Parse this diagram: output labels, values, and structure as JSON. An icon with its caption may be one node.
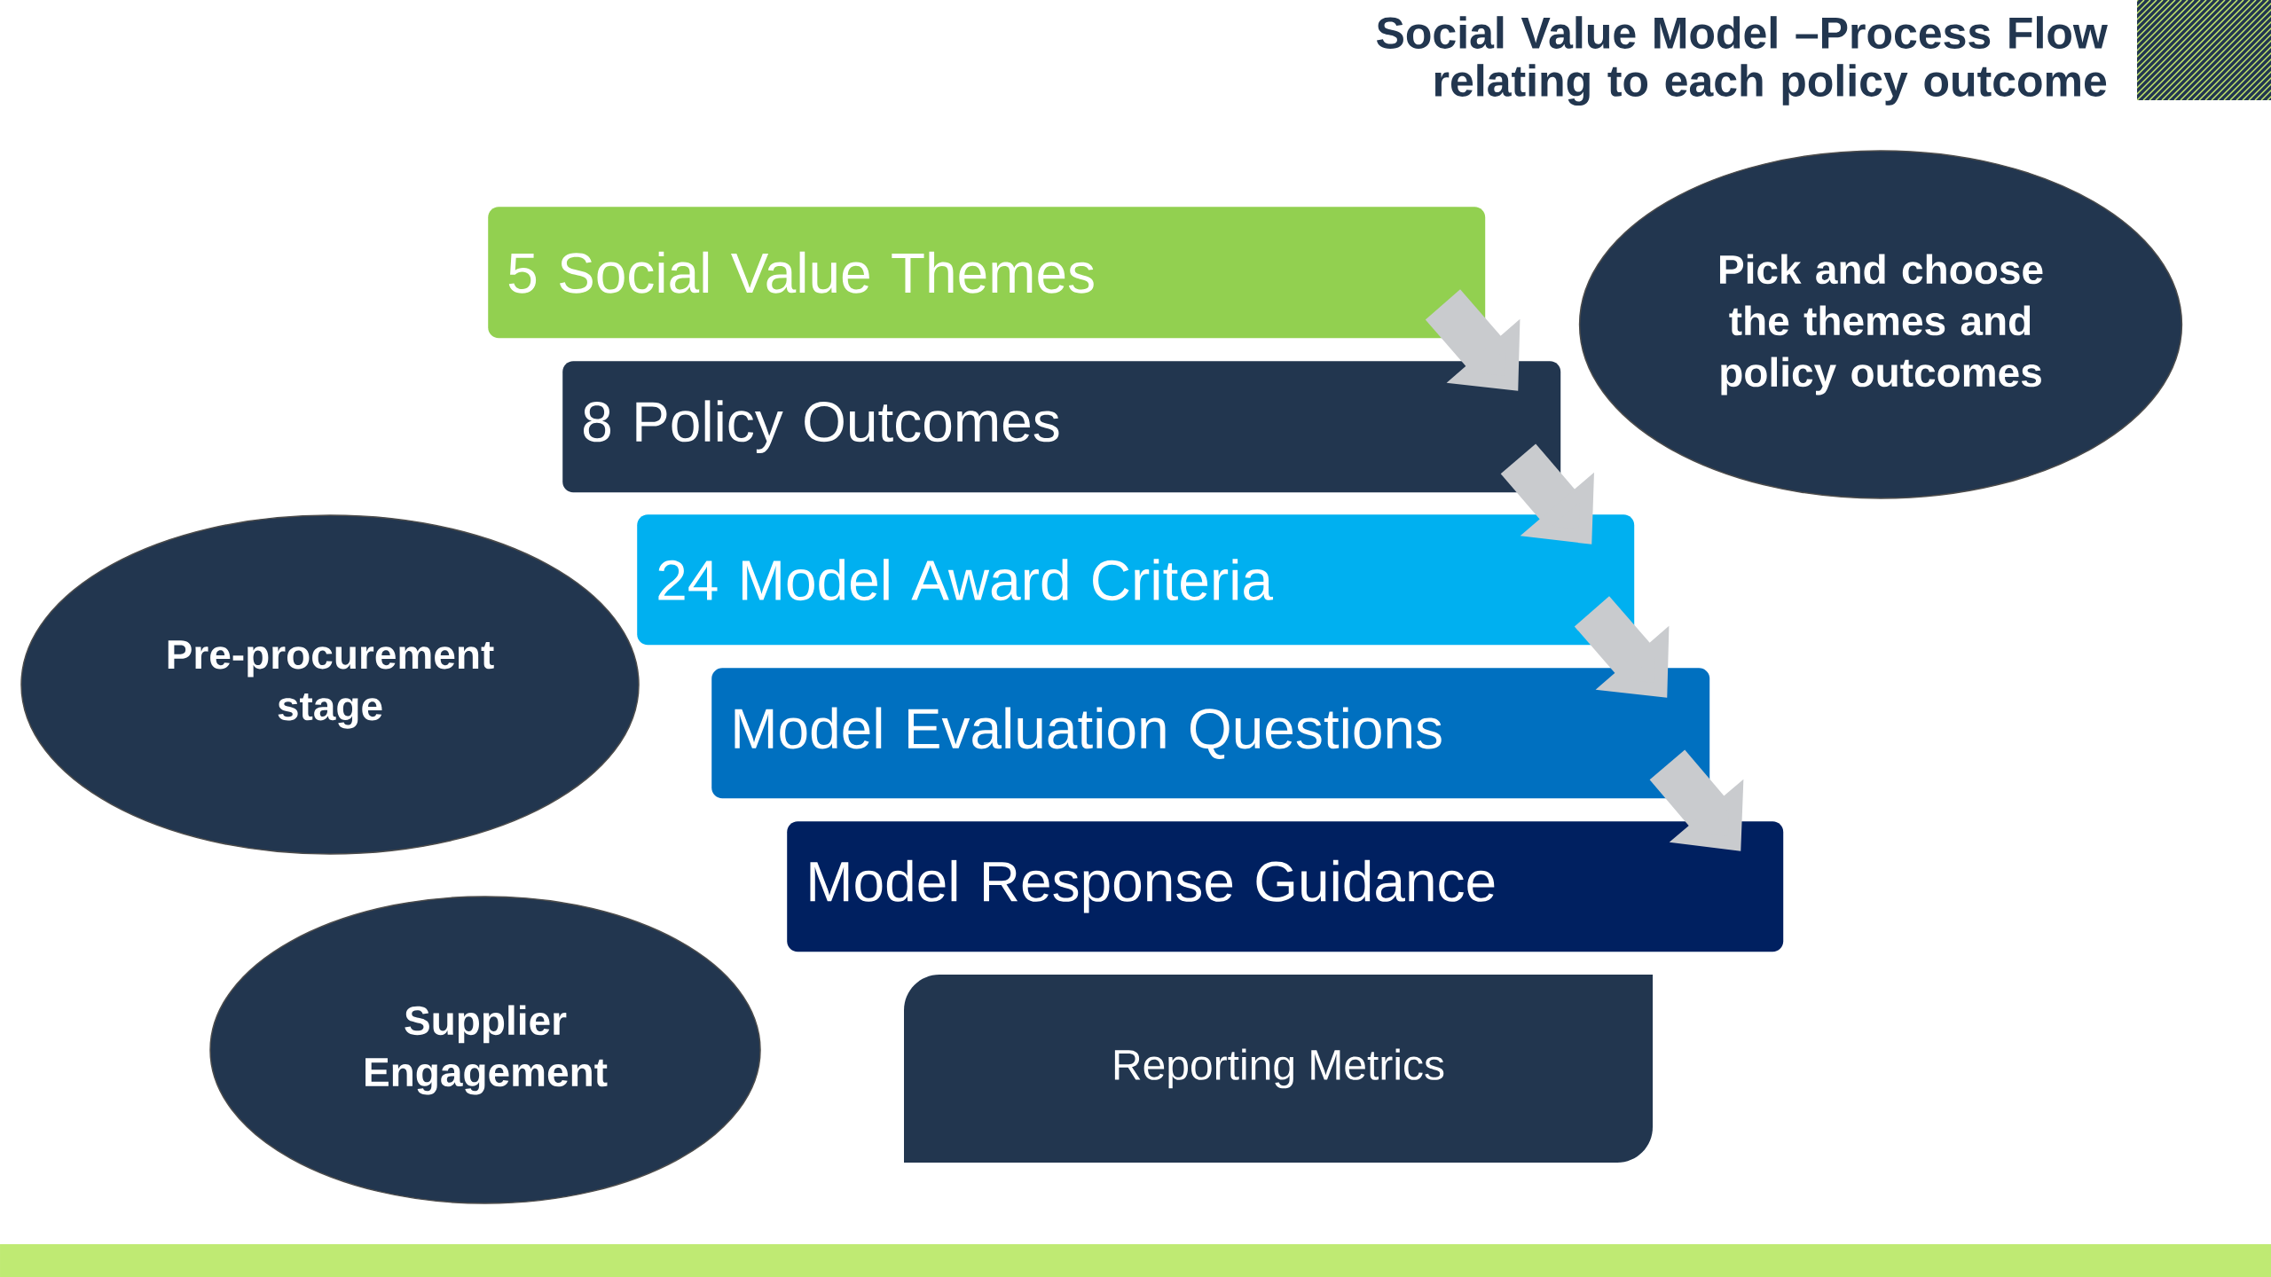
{
  "diagram": {
    "title": "Social Value Model –Process Flow relating to each policy outcome",
    "nodes": [
      {
        "text": [
          "5 Social Value Themes"
        ]
      },
      {
        "text": [
          "8 Policy Outcomes"
        ]
      },
      {
        "text": [
          "24 Model Award Criteria"
        ]
      },
      {
        "text": [
          "Model Evaluation Questions"
        ]
      },
      {
        "text": [
          "Model Response Guidance"
        ]
      },
      {
        "text": [
          "Reporting Metrics"
        ]
      },
      {
        "text": [
          "Pick and choose the themes and policy outcomes"
        ]
      },
      {
        "text": [
          "Pre-procurement stage"
        ]
      },
      {
        "text": [
          "Supplier Engagement"
        ]
      }
    ],
    "edges": [
      {
        "from": 0,
        "to": 1,
        "arrow": "to"
      },
      {
        "from": 1,
        "to": 2,
        "arrow": "to"
      },
      {
        "from": 2,
        "to": 3,
        "arrow": "to"
      },
      {
        "from": 3,
        "to": 4,
        "arrow": "to"
      }
    ]
  }
}
